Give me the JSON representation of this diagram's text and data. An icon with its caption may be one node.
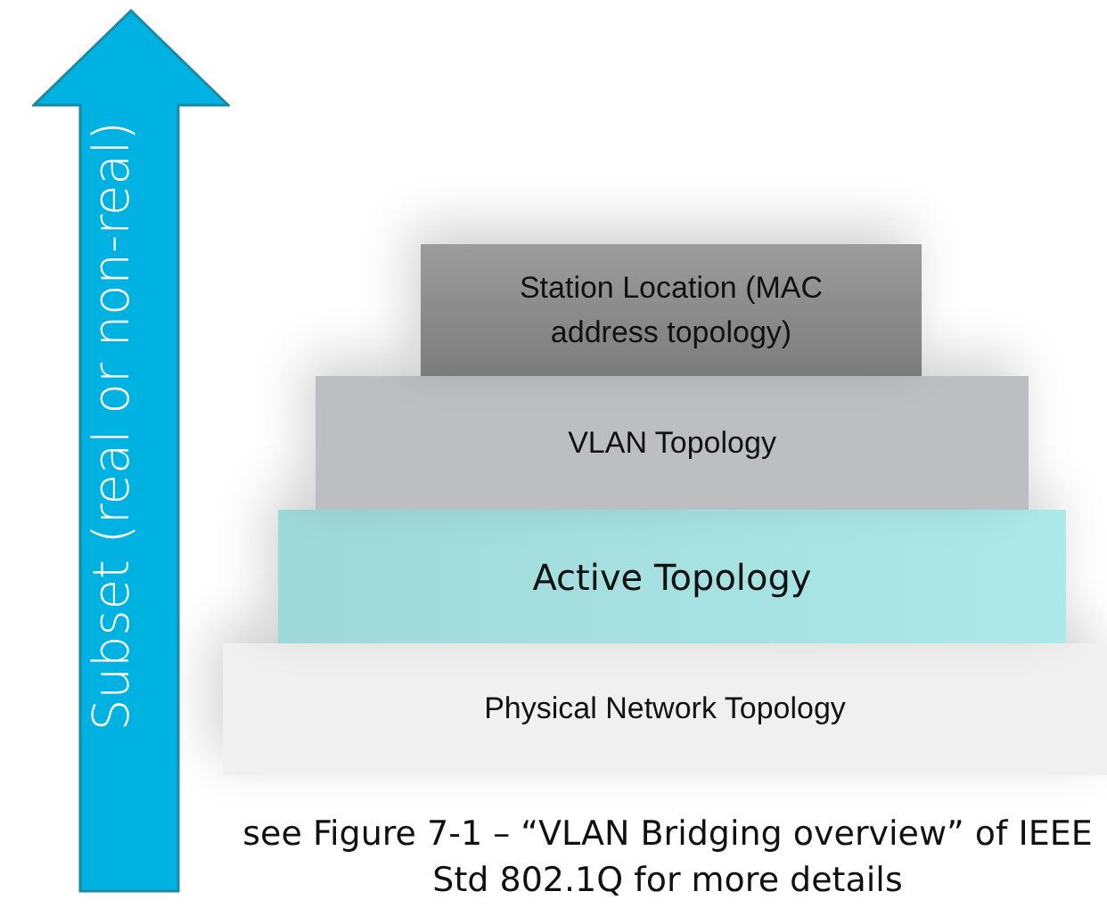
{
  "diagram": {
    "caption": "see Figure 7-1 – “VLAN Bridging overview” of IEEE Std 802.1Q for more details",
    "nodes": [
      {
        "text": [
          "Subset (real or non-real)"
        ]
      },
      {
        "text": [
          "Station Location (MAC address topology)"
        ]
      },
      {
        "text": [
          "VLAN Topology"
        ]
      },
      {
        "text": [
          "Active Topology"
        ]
      },
      {
        "text": [
          "Physical Network Topology"
        ]
      }
    ]
  }
}
